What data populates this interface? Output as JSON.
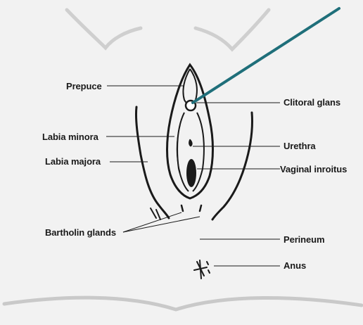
{
  "diagram": {
    "labels": {
      "prepuce": "Prepuce",
      "clitoral_glans": "Clitoral glans",
      "labia_minora": "Labia minora",
      "urethra": "Urethra",
      "labia_majora": "Labia majora",
      "vaginal_introitus": "Vaginal inroitus",
      "bartholin_glands": "Bartholin glands",
      "perineum": "Perineum",
      "anus": "Anus"
    },
    "colors": {
      "background": "#f2f2f2",
      "outline": "#1a1a1a",
      "thigh_curve": "#c9c9c9",
      "probe": "#1f6f7a"
    }
  }
}
